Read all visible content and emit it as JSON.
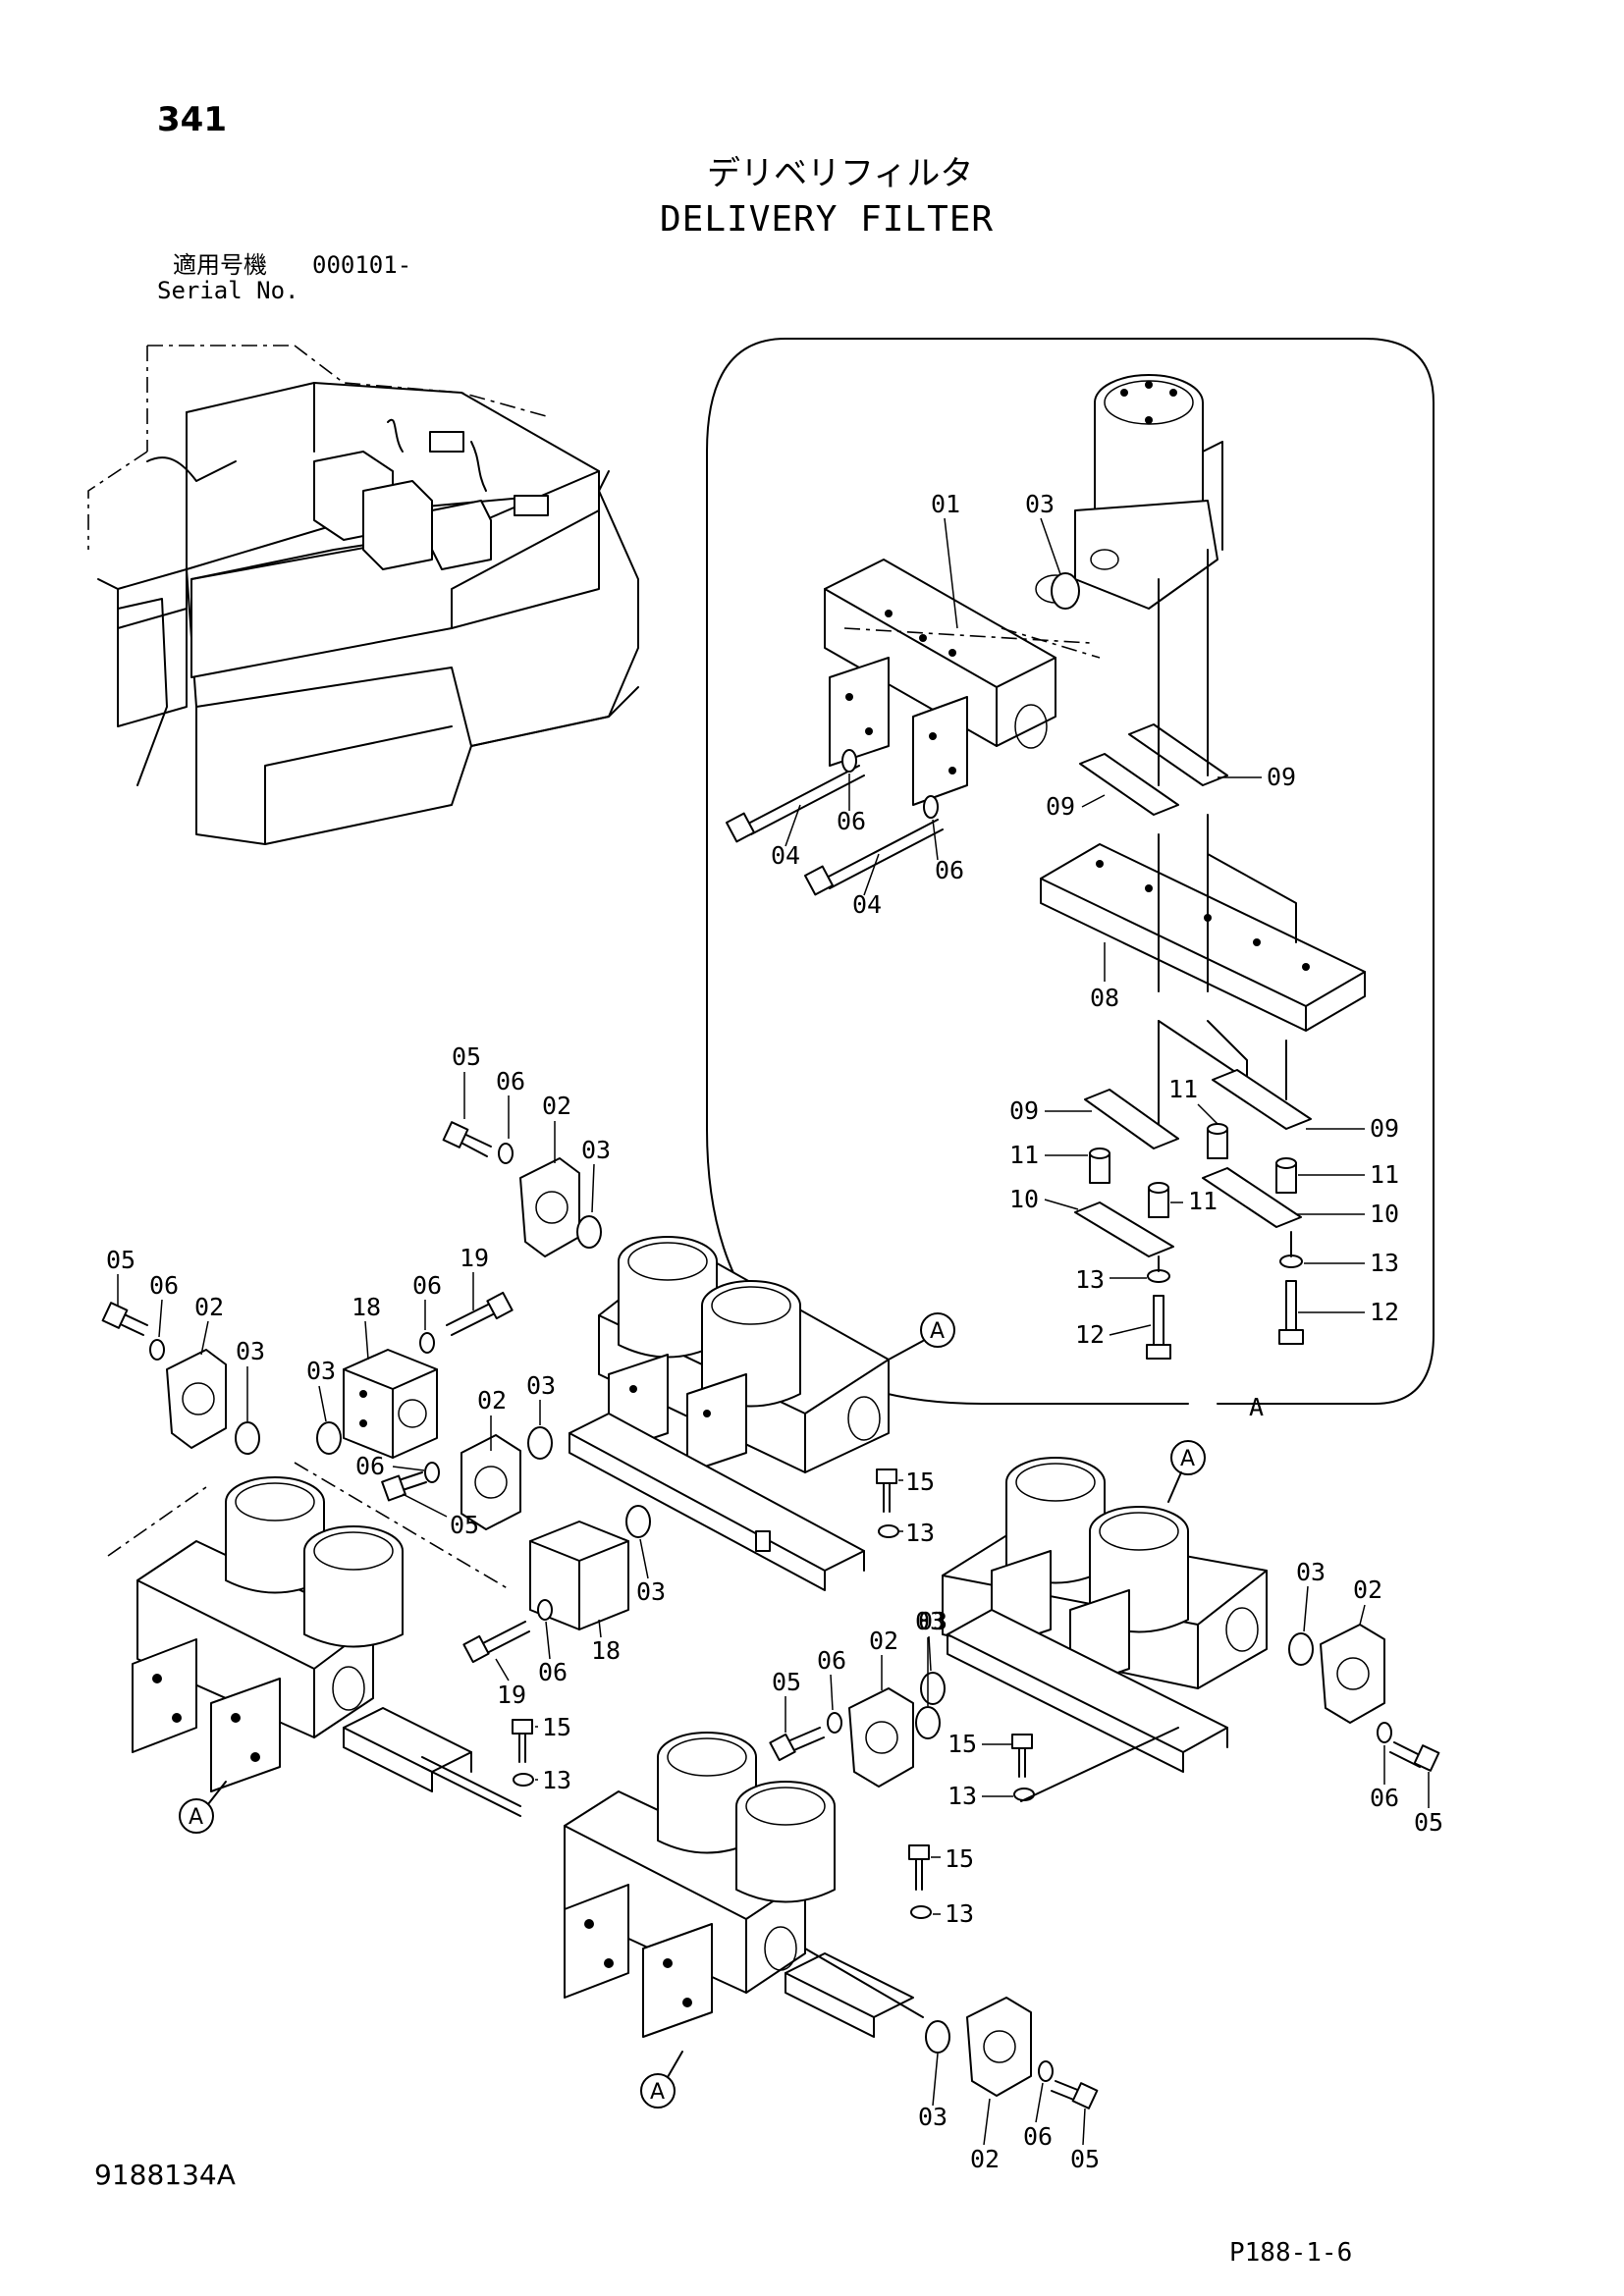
{
  "header": {
    "page_number": "341",
    "title_jp": "デリベリフィルタ",
    "title_en": "DELIVERY FILTER",
    "serial_label_jp": "適用号機",
    "serial_label_en": "Serial No.",
    "serial_value": "000101-"
  },
  "footer": {
    "doc_number": "9188134A",
    "page_code": "P188-1-6"
  },
  "detail_view": {
    "label": "A"
  },
  "part_labels": {
    "p01": "01",
    "p02": "02",
    "p03": "03",
    "p04": "04",
    "p05": "05",
    "p06": "06",
    "p08": "08",
    "p09": "09",
    "p10": "10",
    "p11": "11",
    "p12": "12",
    "p13": "13",
    "p15": "15",
    "p18": "18",
    "p19": "19"
  },
  "callout": "A"
}
